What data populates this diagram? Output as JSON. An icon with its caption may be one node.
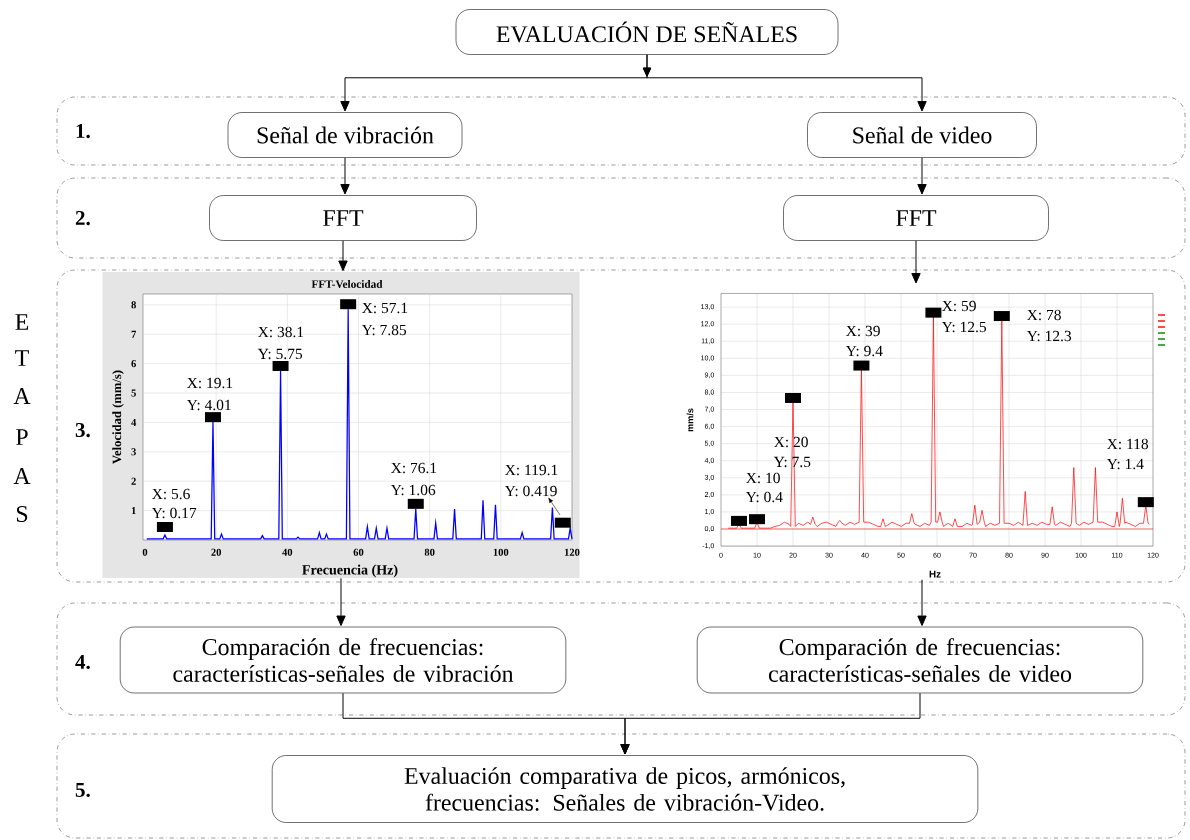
{
  "diagram": {
    "nodes": [
      {
        "text": [
          "EVALUACIÓN DE SEÑALES"
        ]
      },
      {
        "text": [
          "1."
        ]
      },
      {
        "text": [
          "Señal de vibración"
        ],
        "in": 1
      },
      {
        "text": [
          "Señal de video"
        ],
        "in": 1
      },
      {
        "text": [
          "2."
        ]
      },
      {
        "text": [
          "FFT"
        ],
        "in": 4
      },
      {
        "text": [
          "FFT"
        ],
        "in": 4
      },
      {
        "text": [
          "3."
        ]
      },
      {
        "text": [],
        "shape": "picture",
        "in": 7
      },
      {
        "text": [],
        "shape": "picture",
        "in": 7
      },
      {
        "text": [
          "4."
        ]
      },
      {
        "text": [
          "Comparación de frecuencias: características-señales de vibración"
        ],
        "in": 10
      },
      {
        "text": [
          "Comparación de frecuencias: características-señales de video"
        ],
        "in": 10
      },
      {
        "text": [
          "5."
        ]
      },
      {
        "text": [
          "Evaluación comparativa de picos, armónicos, frecuencias: Señales de vibración-Video."
        ],
        "in": 13
      }
    ],
    "edges": [
      {
        "from": 0,
        "to": 2,
        "arrow": "to"
      },
      {
        "from": 0,
        "to": 3,
        "arrow": "to"
      },
      {
        "from": 2,
        "to": 5,
        "arrow": "to"
      },
      {
        "from": 3,
        "to": 6,
        "arrow": "to"
      },
      {
        "from": 5,
        "to": 8,
        "arrow": "to"
      },
      {
        "from": 6,
        "to": 9,
        "arrow": "to"
      },
      {
        "from": 8,
        "to": 11,
        "arrow": "to"
      },
      {
        "from": 9,
        "to": 12,
        "arrow": "to"
      },
      {
        "from": 11,
        "to": 14,
        "arrow": "to"
      },
      {
        "from": 12,
        "to": 14,
        "arrow": "to"
      }
    ],
    "labels": [
      "E",
      "T",
      "A",
      "P",
      "A",
      "S",
      "FFT-Velocidad",
      "Velocidad (mm/s)",
      "Frecuencia (Hz)",
      "1",
      "2",
      "3",
      "4",
      "5",
      "6",
      "7",
      "8",
      "0",
      "20",
      "40",
      "60",
      "80",
      "100",
      "120",
      "X: 5.6",
      "Y: 0.17",
      "X: 19.1",
      "Y: 4.01",
      "X: 38.1",
      "Y: 5.75",
      "X: 57.1",
      "Y: 7.85",
      "X: 76.1",
      "Y: 1.06",
      "X: 119.1",
      "Y: 0.419",
      "mm/s",
      "Hz",
      "-1,0",
      "0,0",
      "1,0",
      "2,0",
      "3,0",
      "4,0",
      "5,0",
      "6,0",
      "7,0",
      "8,0",
      "9,0",
      "10,0",
      "11,0",
      "12,0",
      "13,0",
      "0",
      "10",
      "20",
      "30",
      "40",
      "50",
      "60",
      "70",
      "80",
      "90",
      "100",
      "110",
      "120",
      "X: 10",
      "Y: 0.4",
      "X: 20",
      "Y: 7.5",
      "X: 39",
      "Y: 9.4",
      "X: 59",
      "Y: 12.5",
      "X: 78",
      "Y: 12.3",
      "X: 118",
      "Y: 1.4"
    ]
  }
}
